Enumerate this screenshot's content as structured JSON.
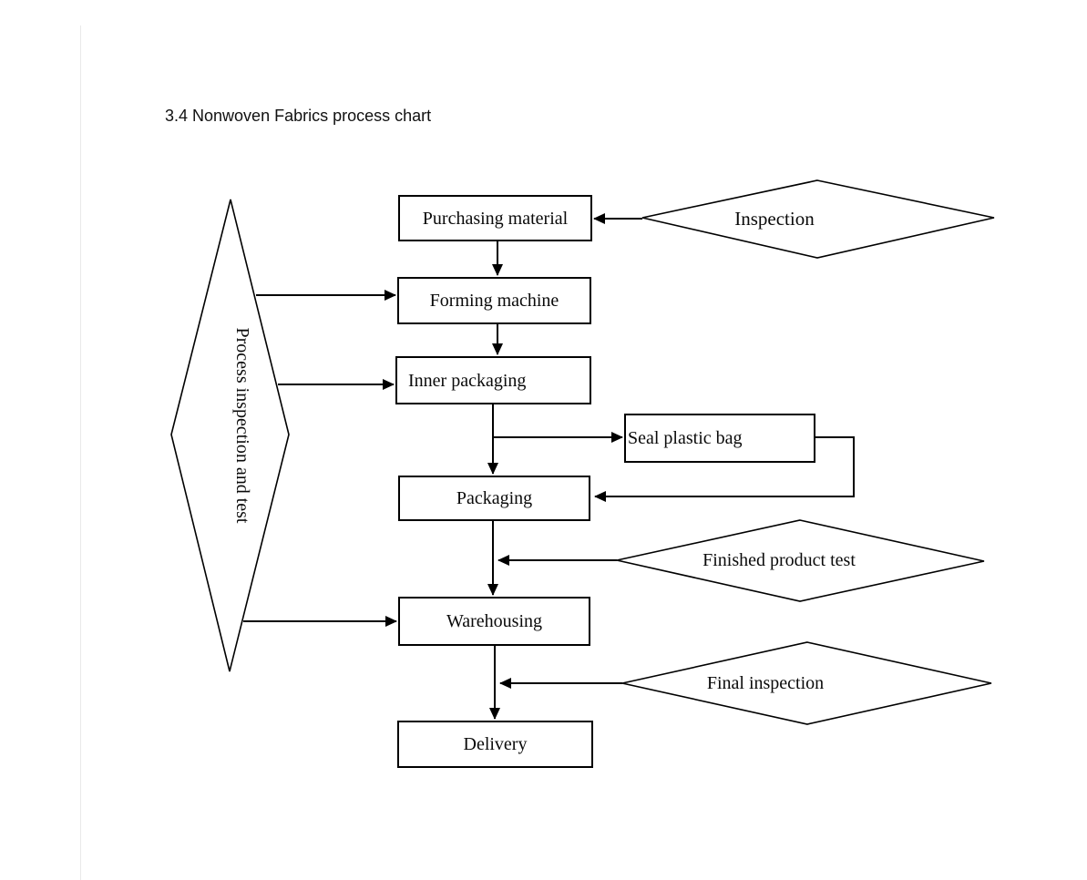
{
  "page": {
    "title": "3.4 Nonwoven Fabrics process chart"
  },
  "flowchart": {
    "boxes": [
      {
        "id": "purchasing-material",
        "label": "Purchasing material"
      },
      {
        "id": "forming-machine",
        "label": "Forming machine"
      },
      {
        "id": "inner-packaging",
        "label": "Inner packaging"
      },
      {
        "id": "seal-plastic-bag",
        "label": "Seal plastic bag"
      },
      {
        "id": "packaging",
        "label": "Packaging"
      },
      {
        "id": "warehousing",
        "label": "Warehousing"
      },
      {
        "id": "delivery",
        "label": "Delivery"
      }
    ],
    "diamonds": [
      {
        "id": "process-inspection-and-test",
        "label": "Process inspection and test",
        "orientation": "vertical"
      },
      {
        "id": "inspection",
        "label": "Inspection"
      },
      {
        "id": "finished-product-test",
        "label": "Finished product test"
      },
      {
        "id": "final-inspection",
        "label": "Final inspection"
      }
    ],
    "flow_order": [
      "Purchasing material",
      "Forming machine",
      "Inner packaging",
      "Packaging",
      "Warehousing",
      "Delivery"
    ]
  },
  "colors": {
    "line": "#000000",
    "shape_fill": "#ffffff",
    "background": "#ffffff",
    "text": "#0a0a0a"
  }
}
